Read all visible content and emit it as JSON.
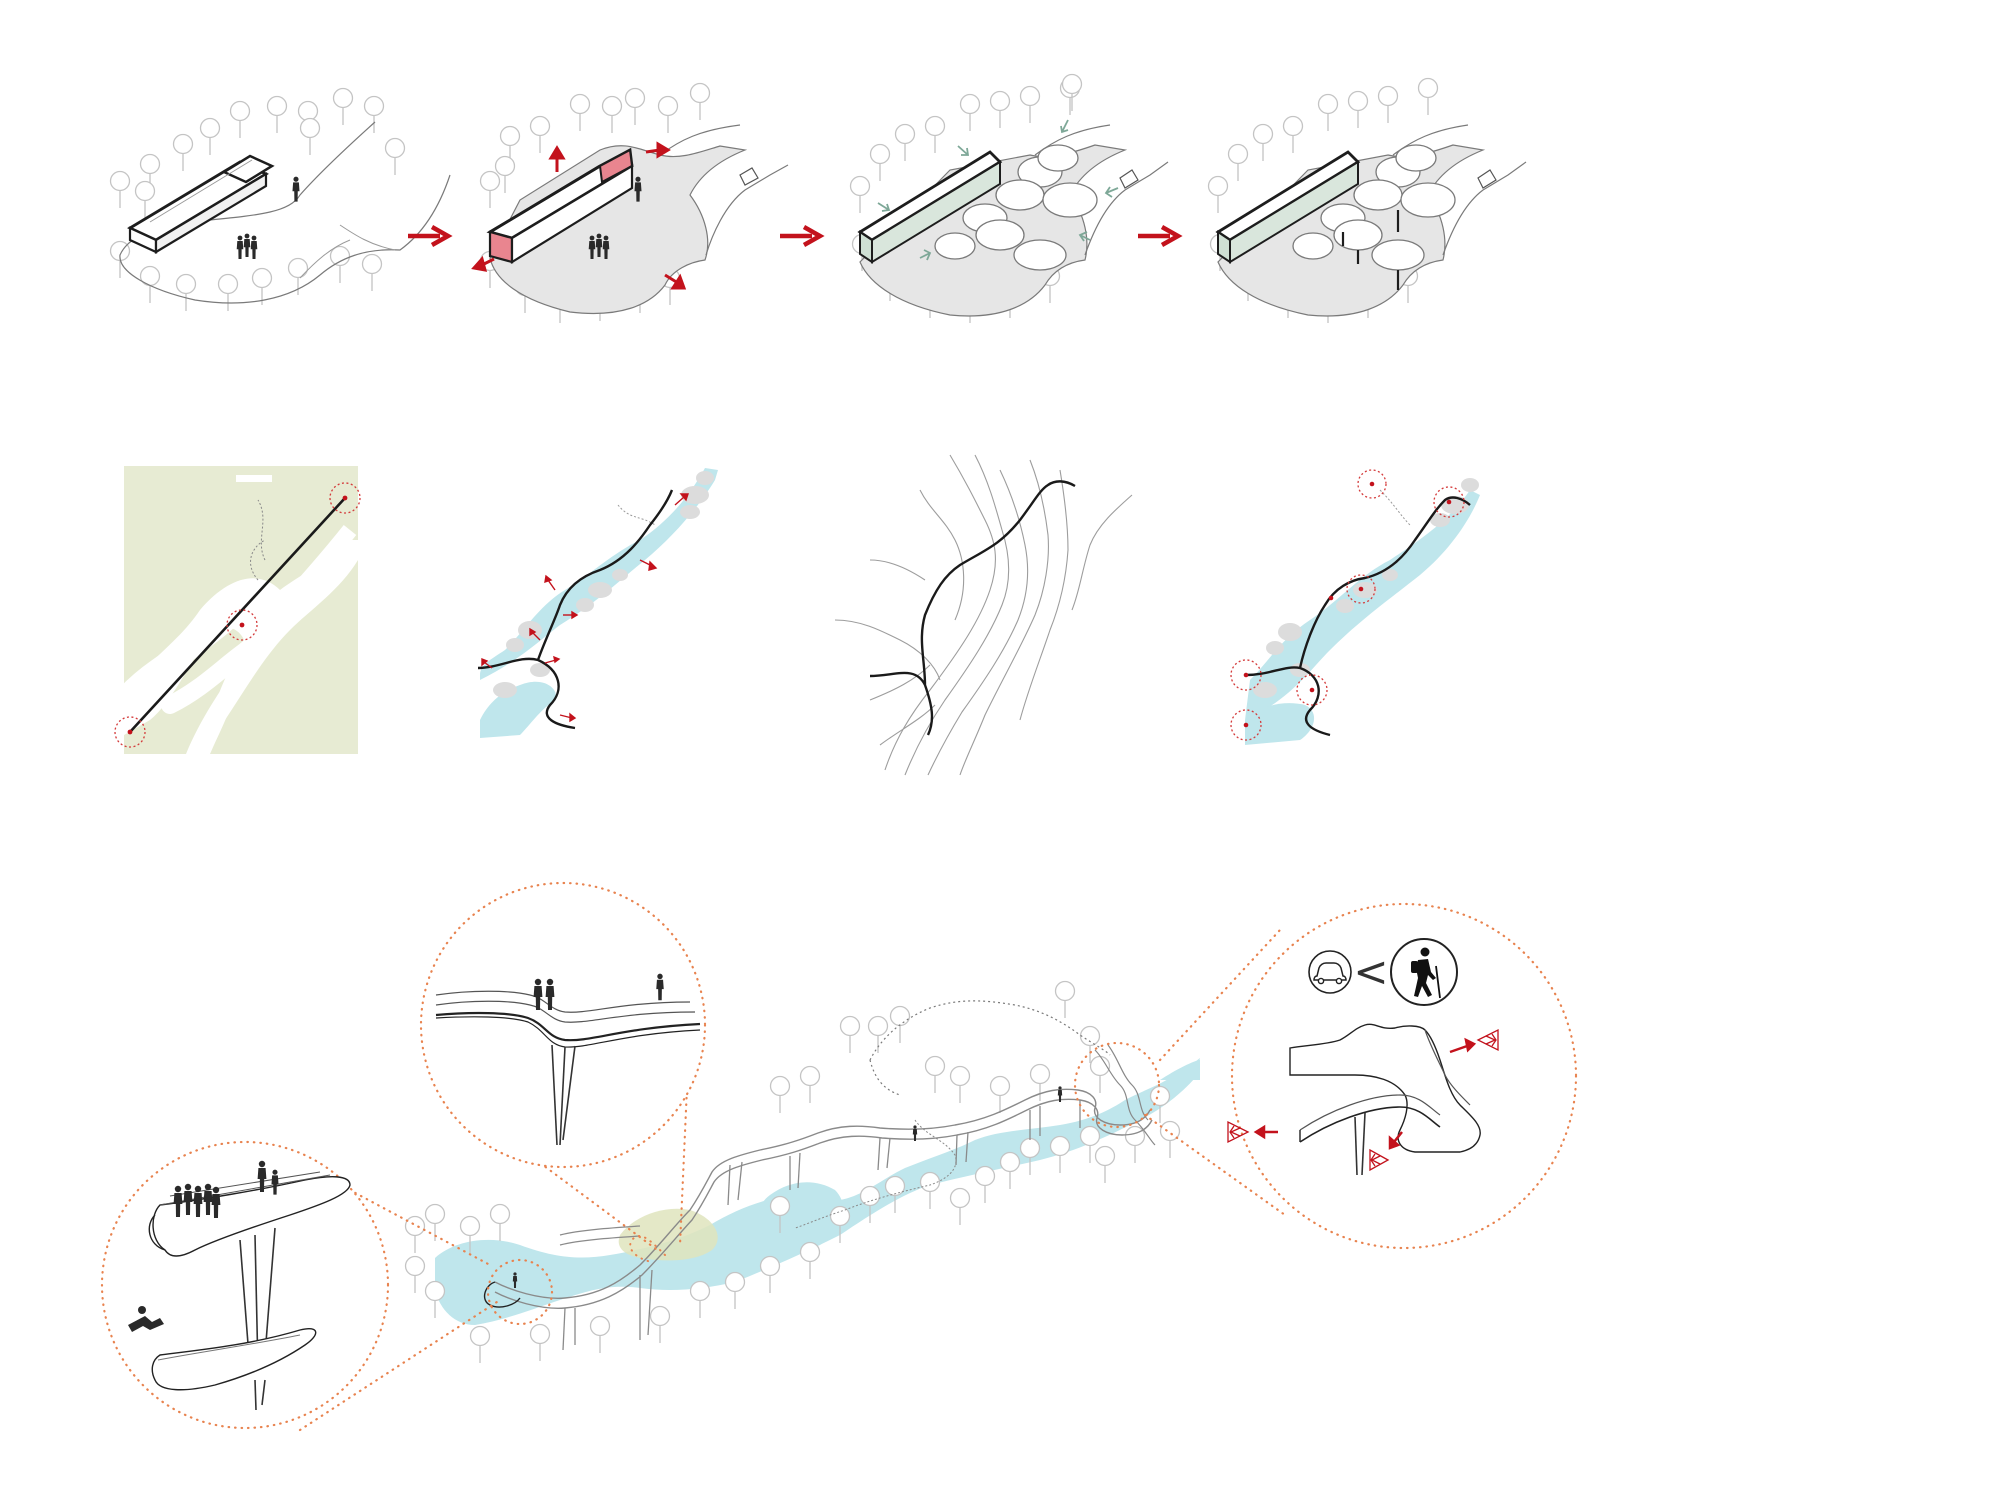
{
  "diagram": {
    "rows": [
      {
        "panels": [
          "building-existing",
          "building-open",
          "building-planted",
          "building-final"
        ],
        "transition": "red-arrow"
      },
      {
        "panels": [
          "site-plan-straight",
          "path-river",
          "path-contours",
          "path-nodes"
        ]
      }
    ],
    "comparison": {
      "left_icon": "car-icon",
      "operator": "<",
      "right_icon": "hiker-icon"
    },
    "icons": {
      "transition": "right-arrow-icon",
      "tree": "tree-icon",
      "person": "person-icon",
      "viewpoint": "eye-cone-icon"
    },
    "colors": {
      "accent_red": "#c3121c",
      "red_fill": "#e9858f",
      "water": "#bfe6ec",
      "site_green": "#e7ebd3",
      "meadow": "#dfe4bd",
      "green_arrow": "#7ea898",
      "green_block": "#d9e6dc",
      "orange_dots": "#e8834f",
      "line": "#2b2b2b",
      "light_line": "#bdbdbd",
      "ground": "#e6e6e6"
    }
  }
}
